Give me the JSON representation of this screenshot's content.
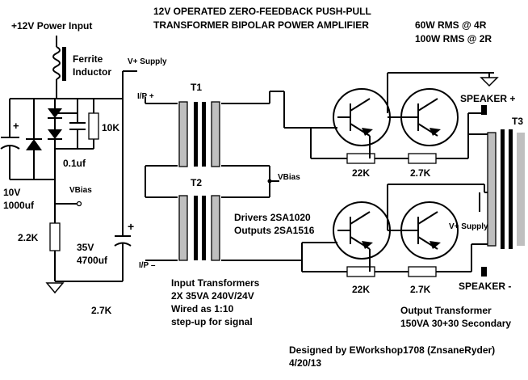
{
  "title": {
    "line1": "12V OPERATED ZERO-FEEDBACK PUSH-PULL",
    "line2": "TRANSFORMER BIPOLAR POWER AMPLIFIER"
  },
  "ratings": {
    "line1": "60W RMS @ 4R",
    "line2": "100W RMS @ 2R"
  },
  "power": {
    "input": "+12V Power Input",
    "ferrite_line1": "Ferrite",
    "ferrite_line2": "Inductor",
    "vplus_supply": "V+ Supply",
    "vbias": "VBias"
  },
  "components": {
    "c10k": "10K",
    "c01uf": "0.1uf",
    "cap10v_line1": "10V",
    "cap10v_line2": "1000uf",
    "r22k_left": "2.2K",
    "cap35v_line1": "35V",
    "cap35v_line2": "4700uf",
    "r27k_left": "2.7K",
    "plus_left": "+",
    "plus_35v": "+",
    "r22k_top": "22K",
    "r27k_top": "2.7K",
    "r22k_bottom": "22K",
    "r27k_bottom": "2.7K"
  },
  "transformers": {
    "t1": "T1",
    "t2": "T2",
    "t3": "T3",
    "ip_plus": "I/P +",
    "ip_minus": "I/P –",
    "vbias_mid": "VBias",
    "vplus_supply_right": "V+ Supply"
  },
  "transistors": {
    "drivers": "Drivers 2SA1020",
    "outputs": "Outputs 2SA1516"
  },
  "speaker": {
    "plus": "SPEAKER +",
    "minus": "SPEAKER -"
  },
  "notes": {
    "input_tx_line1": "Input Transformers",
    "input_tx_line2": "2X 35VA 240V/24V",
    "input_tx_line3": "Wired as 1:10",
    "input_tx_line4": "step-up for signal",
    "output_tx_line1": "Output Transformer",
    "output_tx_line2": "150VA 30+30 Secondary",
    "designer": "Designed by EWorkshop1708 (ZnsaneRyder)",
    "date": "4/20/13"
  }
}
